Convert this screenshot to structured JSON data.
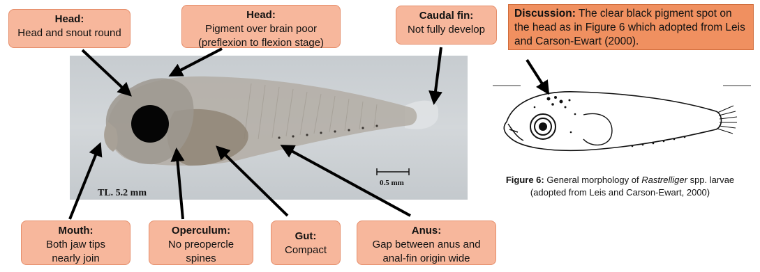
{
  "callouts": {
    "head_snout": {
      "title": "Head:",
      "text": "Head and snout round"
    },
    "head_pigment": {
      "title": "Head:",
      "line1": "Pigment over brain poor",
      "line2": "(preflexion to flexion stage)"
    },
    "caudal_fin": {
      "title": "Caudal fin:",
      "text": "Not fully develop"
    },
    "mouth": {
      "title": "Mouth:",
      "line1": "Both jaw tips",
      "line2": "nearly join"
    },
    "operculum": {
      "title": "Operculum:",
      "line1": "No preopercle",
      "line2": "spines"
    },
    "gut": {
      "title": "Gut:",
      "text": "Compact"
    },
    "anus": {
      "title": "Anus:",
      "line1": "Gap between anus and",
      "line2": "anal-fin origin wide"
    }
  },
  "photo": {
    "total_length": "TL. 5.2 mm",
    "scale_bar": "0.5 mm"
  },
  "discussion": {
    "label": "Discussion:",
    "text": " The clear black pigment spot on the head as in Figure 6 which adopted from Leis and Carson-Ewart (2000)."
  },
  "caption": {
    "label": "Figure 6:",
    "text_before": " General morphology of ",
    "genus": "Rastrelliger",
    "text_after": " spp. larvae",
    "line2": "(adopted from Leis and Carson-Ewart, 2000)"
  },
  "colors": {
    "callout_fill": "#f7b79c",
    "discussion_fill": "#f09060",
    "arrow": "#000000"
  }
}
